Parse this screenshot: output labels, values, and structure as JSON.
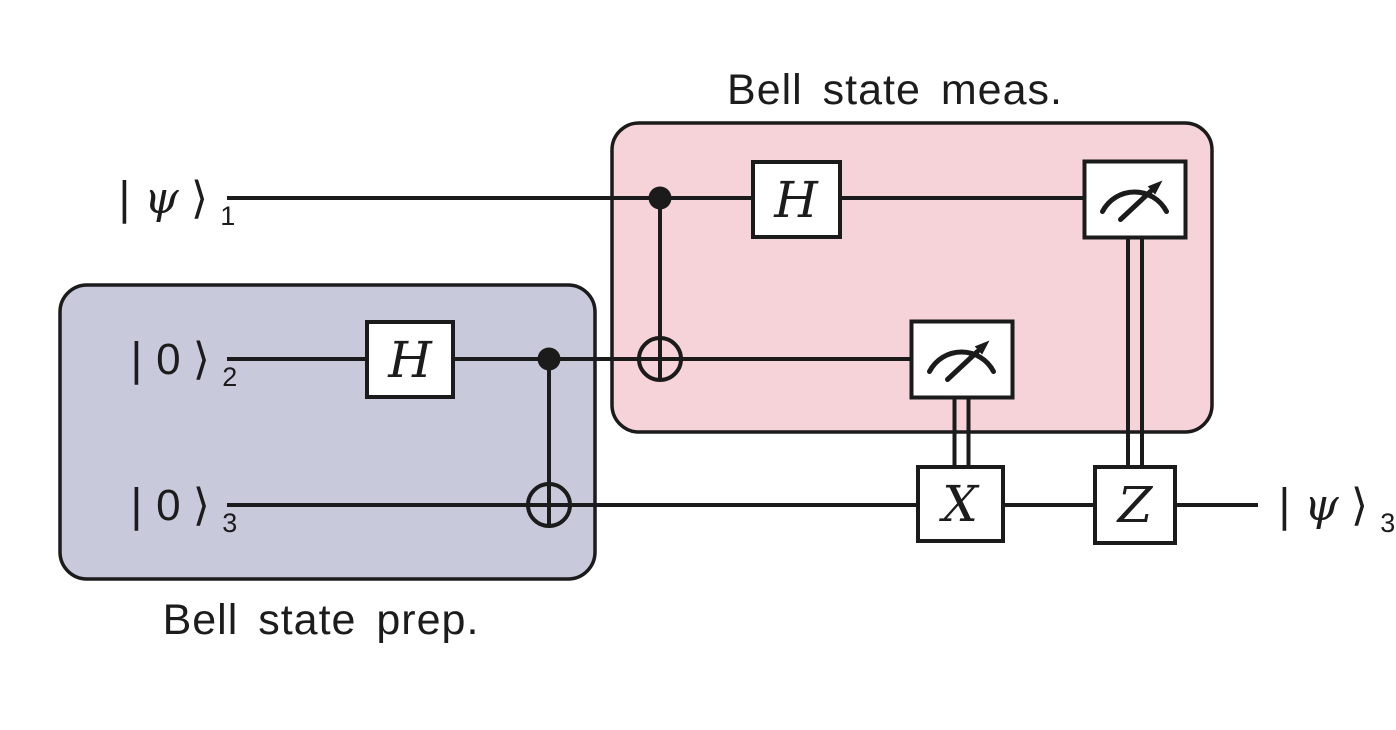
{
  "diagram": {
    "titles": {
      "meas": "Bell state meas.",
      "prep": "Bell state prep."
    },
    "qubit_labels": [
      {
        "bar": "|",
        "core": "ψ",
        "ket": "⟩",
        "sub": "1"
      },
      {
        "bar": "|",
        "core": "0",
        "ket": "⟩",
        "sub": "2"
      },
      {
        "bar": "|",
        "core": "0",
        "ket": "⟩",
        "sub": "3"
      }
    ],
    "output_label": {
      "bar": "|",
      "core": "ψ",
      "ket": "⟩",
      "sub": "3"
    },
    "gates": {
      "h_meas": "H",
      "h_prep": "H",
      "x_corr": "X",
      "z_corr": "Z"
    },
    "icons": {
      "meter_top": "measurement-meter-icon",
      "meter_mid": "measurement-meter-icon"
    },
    "colors": {
      "meas_region_fill": "#f6d3d8",
      "prep_region_fill": "#c9c9dc",
      "gate_fill": "#ffffff",
      "ink": "#1b1b1b",
      "background": "#ffffff"
    }
  }
}
